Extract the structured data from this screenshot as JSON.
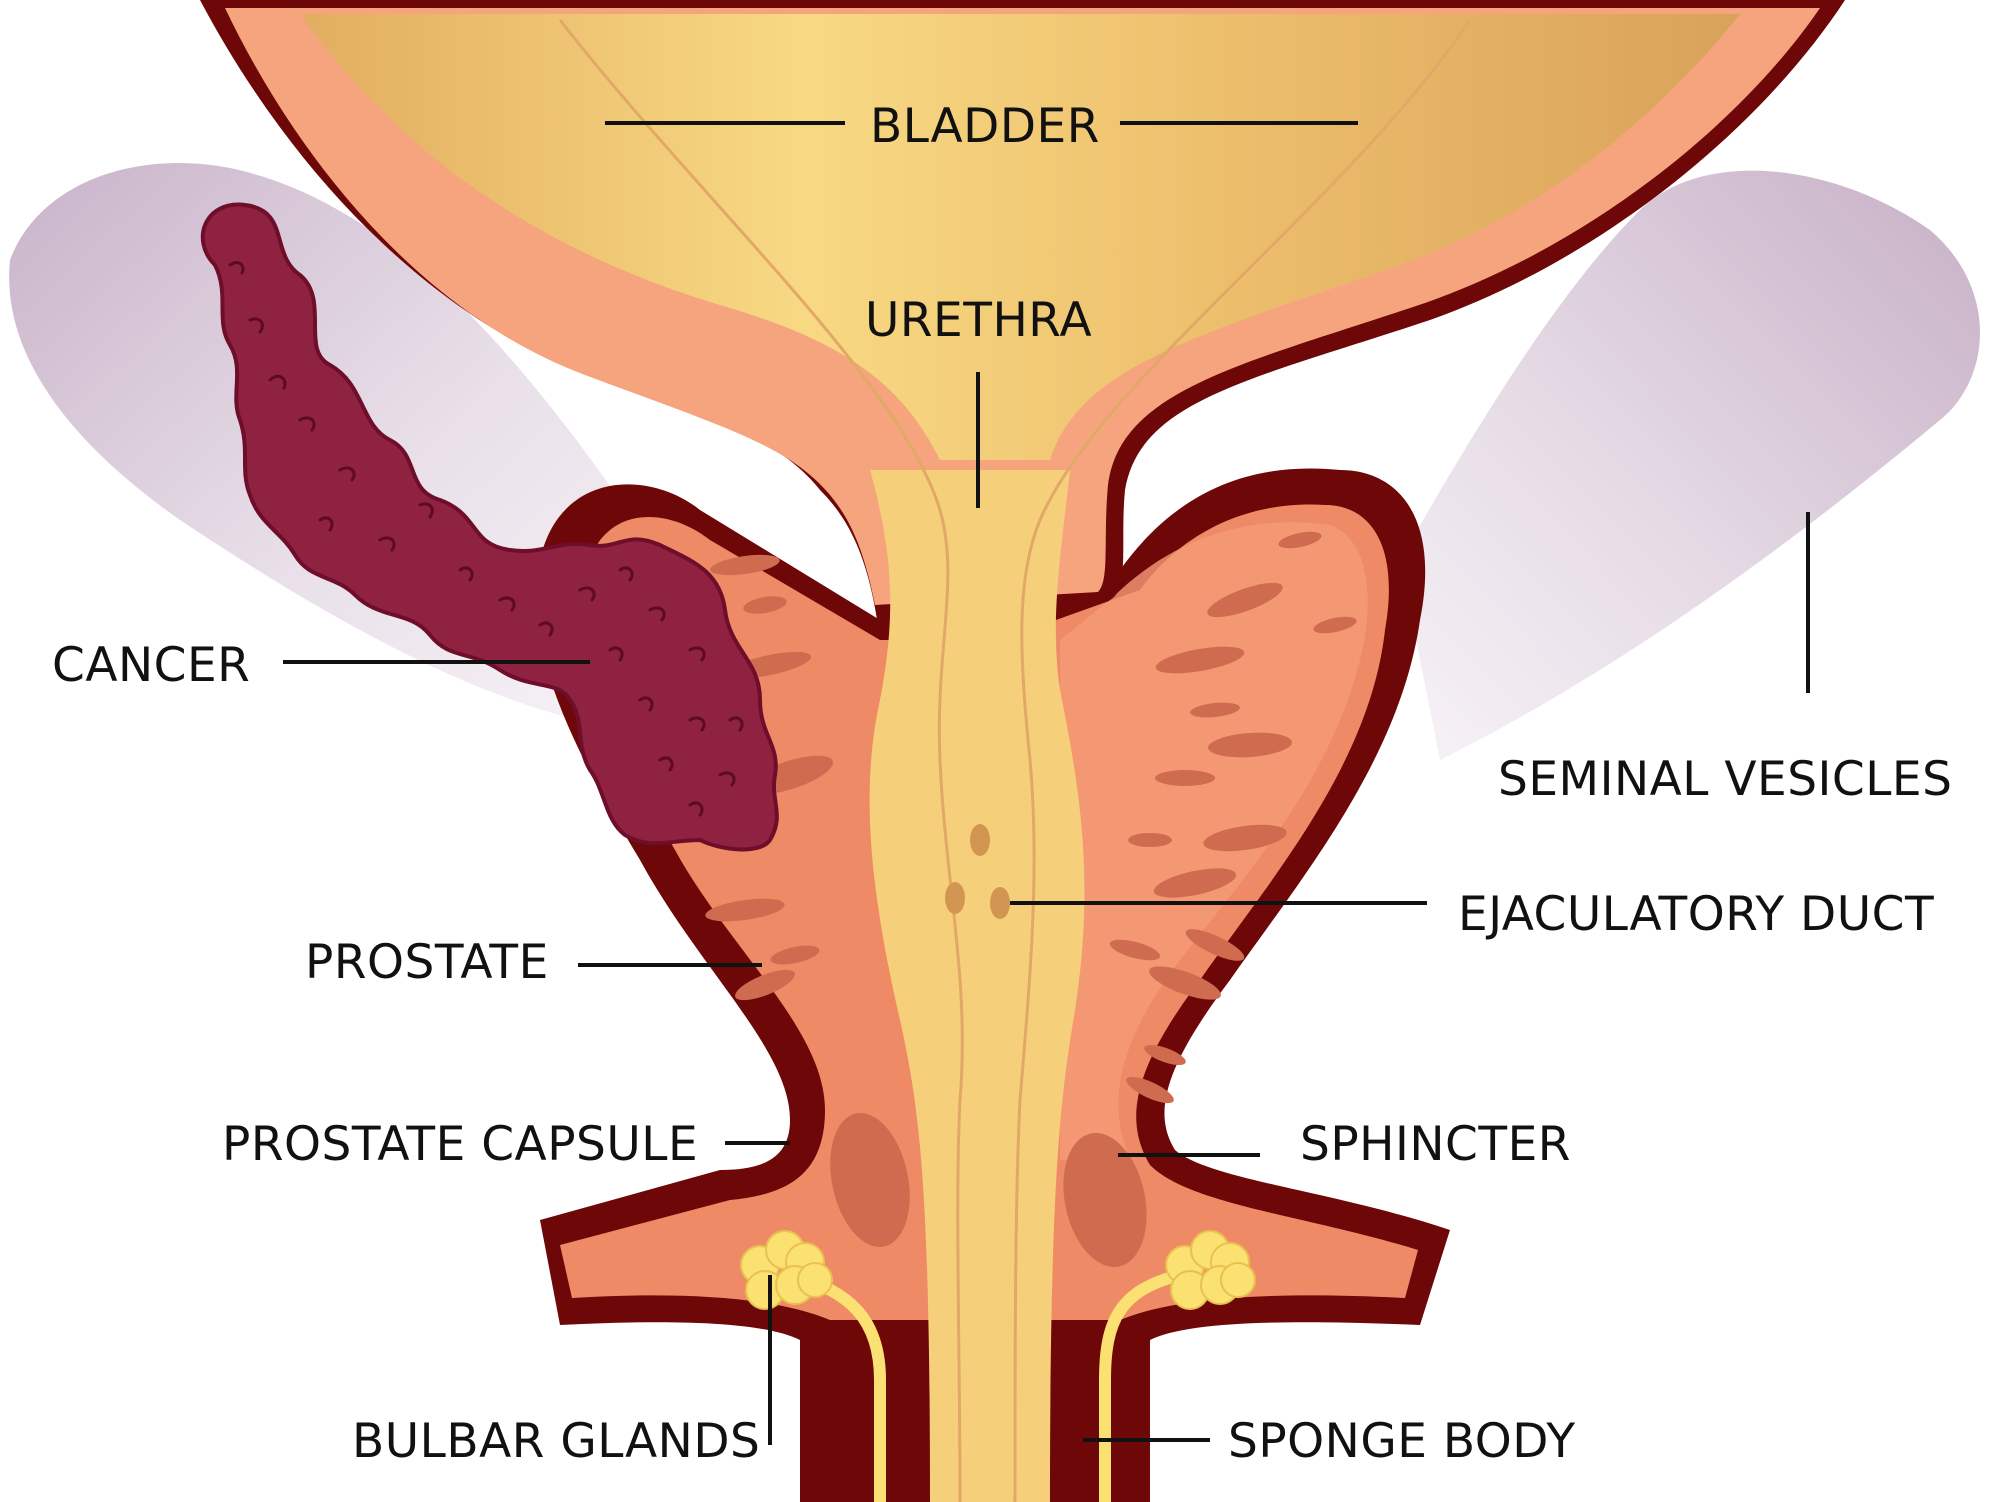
{
  "colors": {
    "outline": "#6e0707",
    "wall": "#f5a47e",
    "bladder_fill": "#e8b96a",
    "bladder_light": "#f7d57f",
    "urethra": "#f6cf7a",
    "prostate": "#ef8a67",
    "prostate_light": "#f59b77",
    "lobule": "#cf6c4f",
    "cancer": "#8e2240",
    "cancer_outline": "#6e0e2a",
    "vesicle": "#d9c8d8",
    "gland": "#fbe072",
    "leader": "#111111"
  },
  "labels": {
    "bladder": "BLADDER",
    "urethra": "URETHRA",
    "cancer": "CANCER",
    "seminal_vesicles": "SEMINAL VESICLES",
    "ejaculatory_duct": "EJACULATORY DUCT",
    "prostate": "PROSTATE",
    "prostate_capsule": "PROSTATE CAPSULE",
    "sphincter": "SPHINCTER",
    "bulbar_glands": "BULBAR GLANDS",
    "sponge_body": "SPONGE BODY"
  }
}
